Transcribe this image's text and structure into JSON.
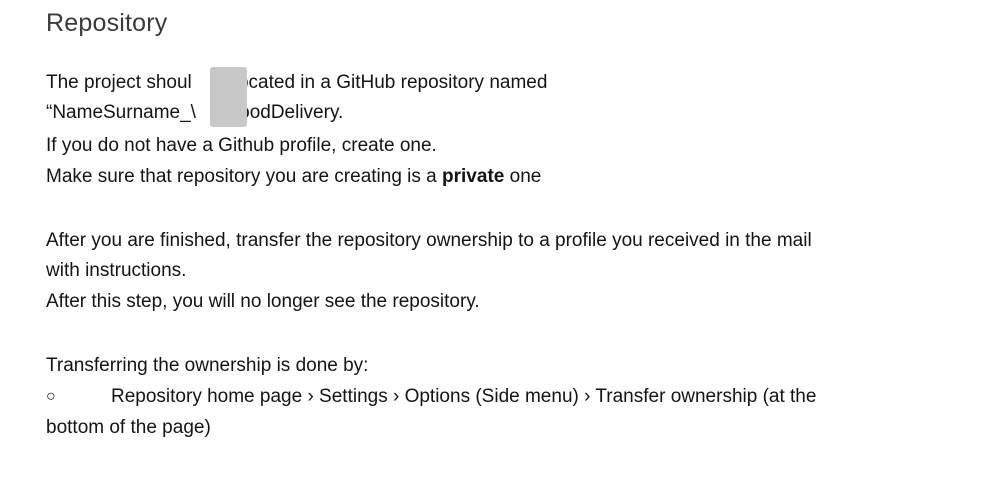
{
  "heading": "Repository",
  "para1": {
    "line1_a": "The project shoul",
    "line1_b": "located in a GitHub repository named",
    "line2_a": "“NameSurname_\\",
    "line2_b": "_FoodDelivery.",
    "line3": "If you do not have a Github profile, create one.",
    "line4_a": "Make sure that repository you are creating is a ",
    "line4_bold": "private",
    "line4_b": " one"
  },
  "para2": {
    "line1": "After you are finished, transfer the repository ownership to a profile you received in the mail",
    "line2": "with instructions.",
    "line3": "After this step, you will no longer see the repository."
  },
  "para3": {
    "intro": "Transferring the ownership is done by:",
    "bullet_marker": "○",
    "bullet_line1": "Repository home page › Settings › Options (Side menu) › Transfer ownership (at the",
    "bullet_line2": "bottom of the page)"
  }
}
